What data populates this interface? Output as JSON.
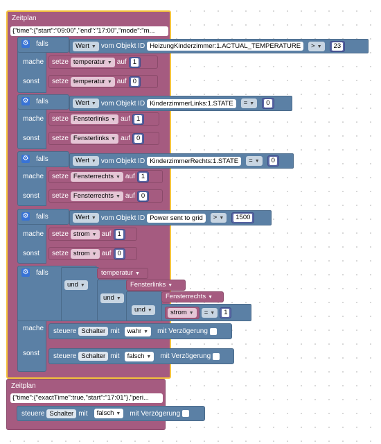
{
  "schedule1": {
    "title": "Zeitplan",
    "json": "{\"time\":{\"start\":\"09:00\",\"end\":\"17:00\",\"mode\":\"m..."
  },
  "labels": {
    "falls": "falls",
    "mache": "mache",
    "sonst": "sonst",
    "setze": "setze",
    "auf": "auf",
    "vom_objekt_id": "vom Objekt ID",
    "und": "und",
    "steuere": "steuere",
    "mit": "mit",
    "mit_verzoegerung": "mit Verzögerung"
  },
  "if1": {
    "wert": "Wert",
    "object_id": "HeizungKinderzimmer:1.ACTUAL_TEMPERATURE",
    "op": ">",
    "value": "23",
    "var": "temperatur",
    "then_val": "1",
    "else_val": "0"
  },
  "if2": {
    "wert": "Wert",
    "object_id": "KinderzimmerLinks:1.STATE",
    "op": "=",
    "value": "0",
    "var": "Fensterlinks",
    "then_val": "1",
    "else_val": "0"
  },
  "if3": {
    "wert": "Wert",
    "object_id": "KinderzimmerRechts:1.STATE",
    "op": "=",
    "value": "0",
    "var": "Fensterrechts",
    "then_val": "1",
    "else_val": "0"
  },
  "if4": {
    "wert": "Wert",
    "object_id": "Power sent to grid",
    "op": ">",
    "value": "1500",
    "var": "strom",
    "then_val": "1",
    "else_val": "0"
  },
  "if5": {
    "op_und": "und",
    "var_temperatur": "temperatur",
    "var_fensterlinks": "Fensterlinks",
    "var_fensterrechts": "Fensterrechts",
    "var_strom": "strom",
    "cmp_op": "=",
    "cmp_val": "1",
    "then_device": "Schalter",
    "then_value": "wahr",
    "else_device": "Schalter",
    "else_value": "falsch"
  },
  "schedule2": {
    "title": "Zeitplan",
    "json": "{\"time\":{\"exactTime\":true,\"start\":\"17:01\"},\"peri...",
    "device": "Schalter",
    "value": "falsch"
  },
  "colors": {
    "schedule": "#a55b80",
    "logic": "#5b80a5",
    "selection": "#f5c33b",
    "number": "#5b67a5"
  }
}
